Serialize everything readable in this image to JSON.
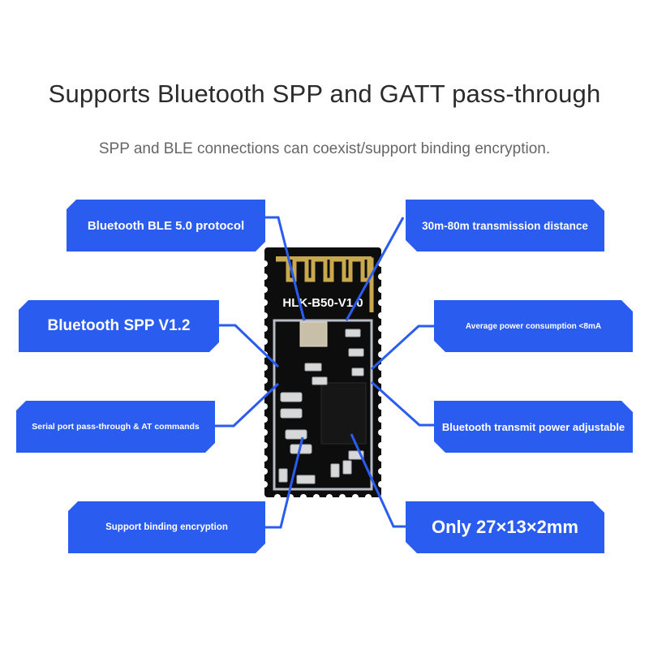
{
  "header": {
    "title": "Supports Bluetooth SPP and GATT pass-through",
    "subtitle": "SPP and BLE connections can coexist/support binding encryption."
  },
  "module": {
    "silkscreen": "HLK-B50-V1.0",
    "board_color": "#0d0d0d",
    "antenna_color": "#c9a850"
  },
  "features": {
    "ble": "Bluetooth BLE 5.0 protocol",
    "spp": "Bluetooth SPP V1.2",
    "serial": "Serial port pass-through & AT commands",
    "binding": "Support binding encryption",
    "distance": "30m-80m transmission distance",
    "power": "Average power consumption <8mA",
    "tx_power": "Bluetooth transmit power adjustable",
    "size": "Only 27×13×2mm"
  },
  "colors": {
    "accent": "#2a5cf0",
    "connector": "#2a5cf0"
  }
}
